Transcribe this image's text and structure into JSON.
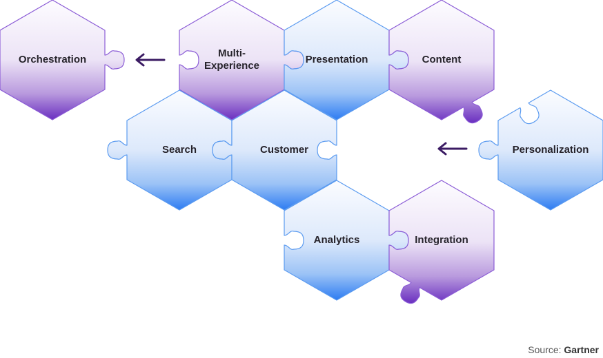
{
  "diagram": {
    "type": "puzzle-hexagon-map",
    "colors": {
      "purple_stroke": "#8b5cd6",
      "purple_gradient_top": "#fdfcff",
      "purple_gradient_mid": "#e6d9f3",
      "purple_gradient_bottom": "#6a2fc0",
      "blue_stroke": "#5b9bf0",
      "blue_gradient_top": "#fafcff",
      "blue_gradient_mid": "#d3e4fb",
      "blue_gradient_bottom": "#2d7cf2",
      "arrow": "#3b1b63",
      "text": "#26232b"
    },
    "pieces": [
      {
        "id": "orchestration",
        "label": [
          "Orchestration"
        ],
        "theme": "purple"
      },
      {
        "id": "multi-experience",
        "label": [
          "Multi-",
          "Experience"
        ],
        "theme": "purple"
      },
      {
        "id": "presentation",
        "label": [
          "Presentation"
        ],
        "theme": "blue"
      },
      {
        "id": "content",
        "label": [
          "Content"
        ],
        "theme": "purple"
      },
      {
        "id": "search",
        "label": [
          "Search"
        ],
        "theme": "blue"
      },
      {
        "id": "customer",
        "label": [
          "Customer"
        ],
        "theme": "blue"
      },
      {
        "id": "personalization",
        "label": [
          "Personalization"
        ],
        "theme": "blue"
      },
      {
        "id": "analytics",
        "label": [
          "Analytics"
        ],
        "theme": "blue"
      },
      {
        "id": "integration",
        "label": [
          "Integration"
        ],
        "theme": "purple"
      }
    ],
    "arrows": [
      {
        "from": "multi-experience",
        "to": "orchestration",
        "direction": "left"
      },
      {
        "from": "personalization",
        "to": "customer",
        "direction": "left"
      }
    ]
  },
  "footer": {
    "source_prefix": "Source: ",
    "source_name": "Gartner"
  }
}
